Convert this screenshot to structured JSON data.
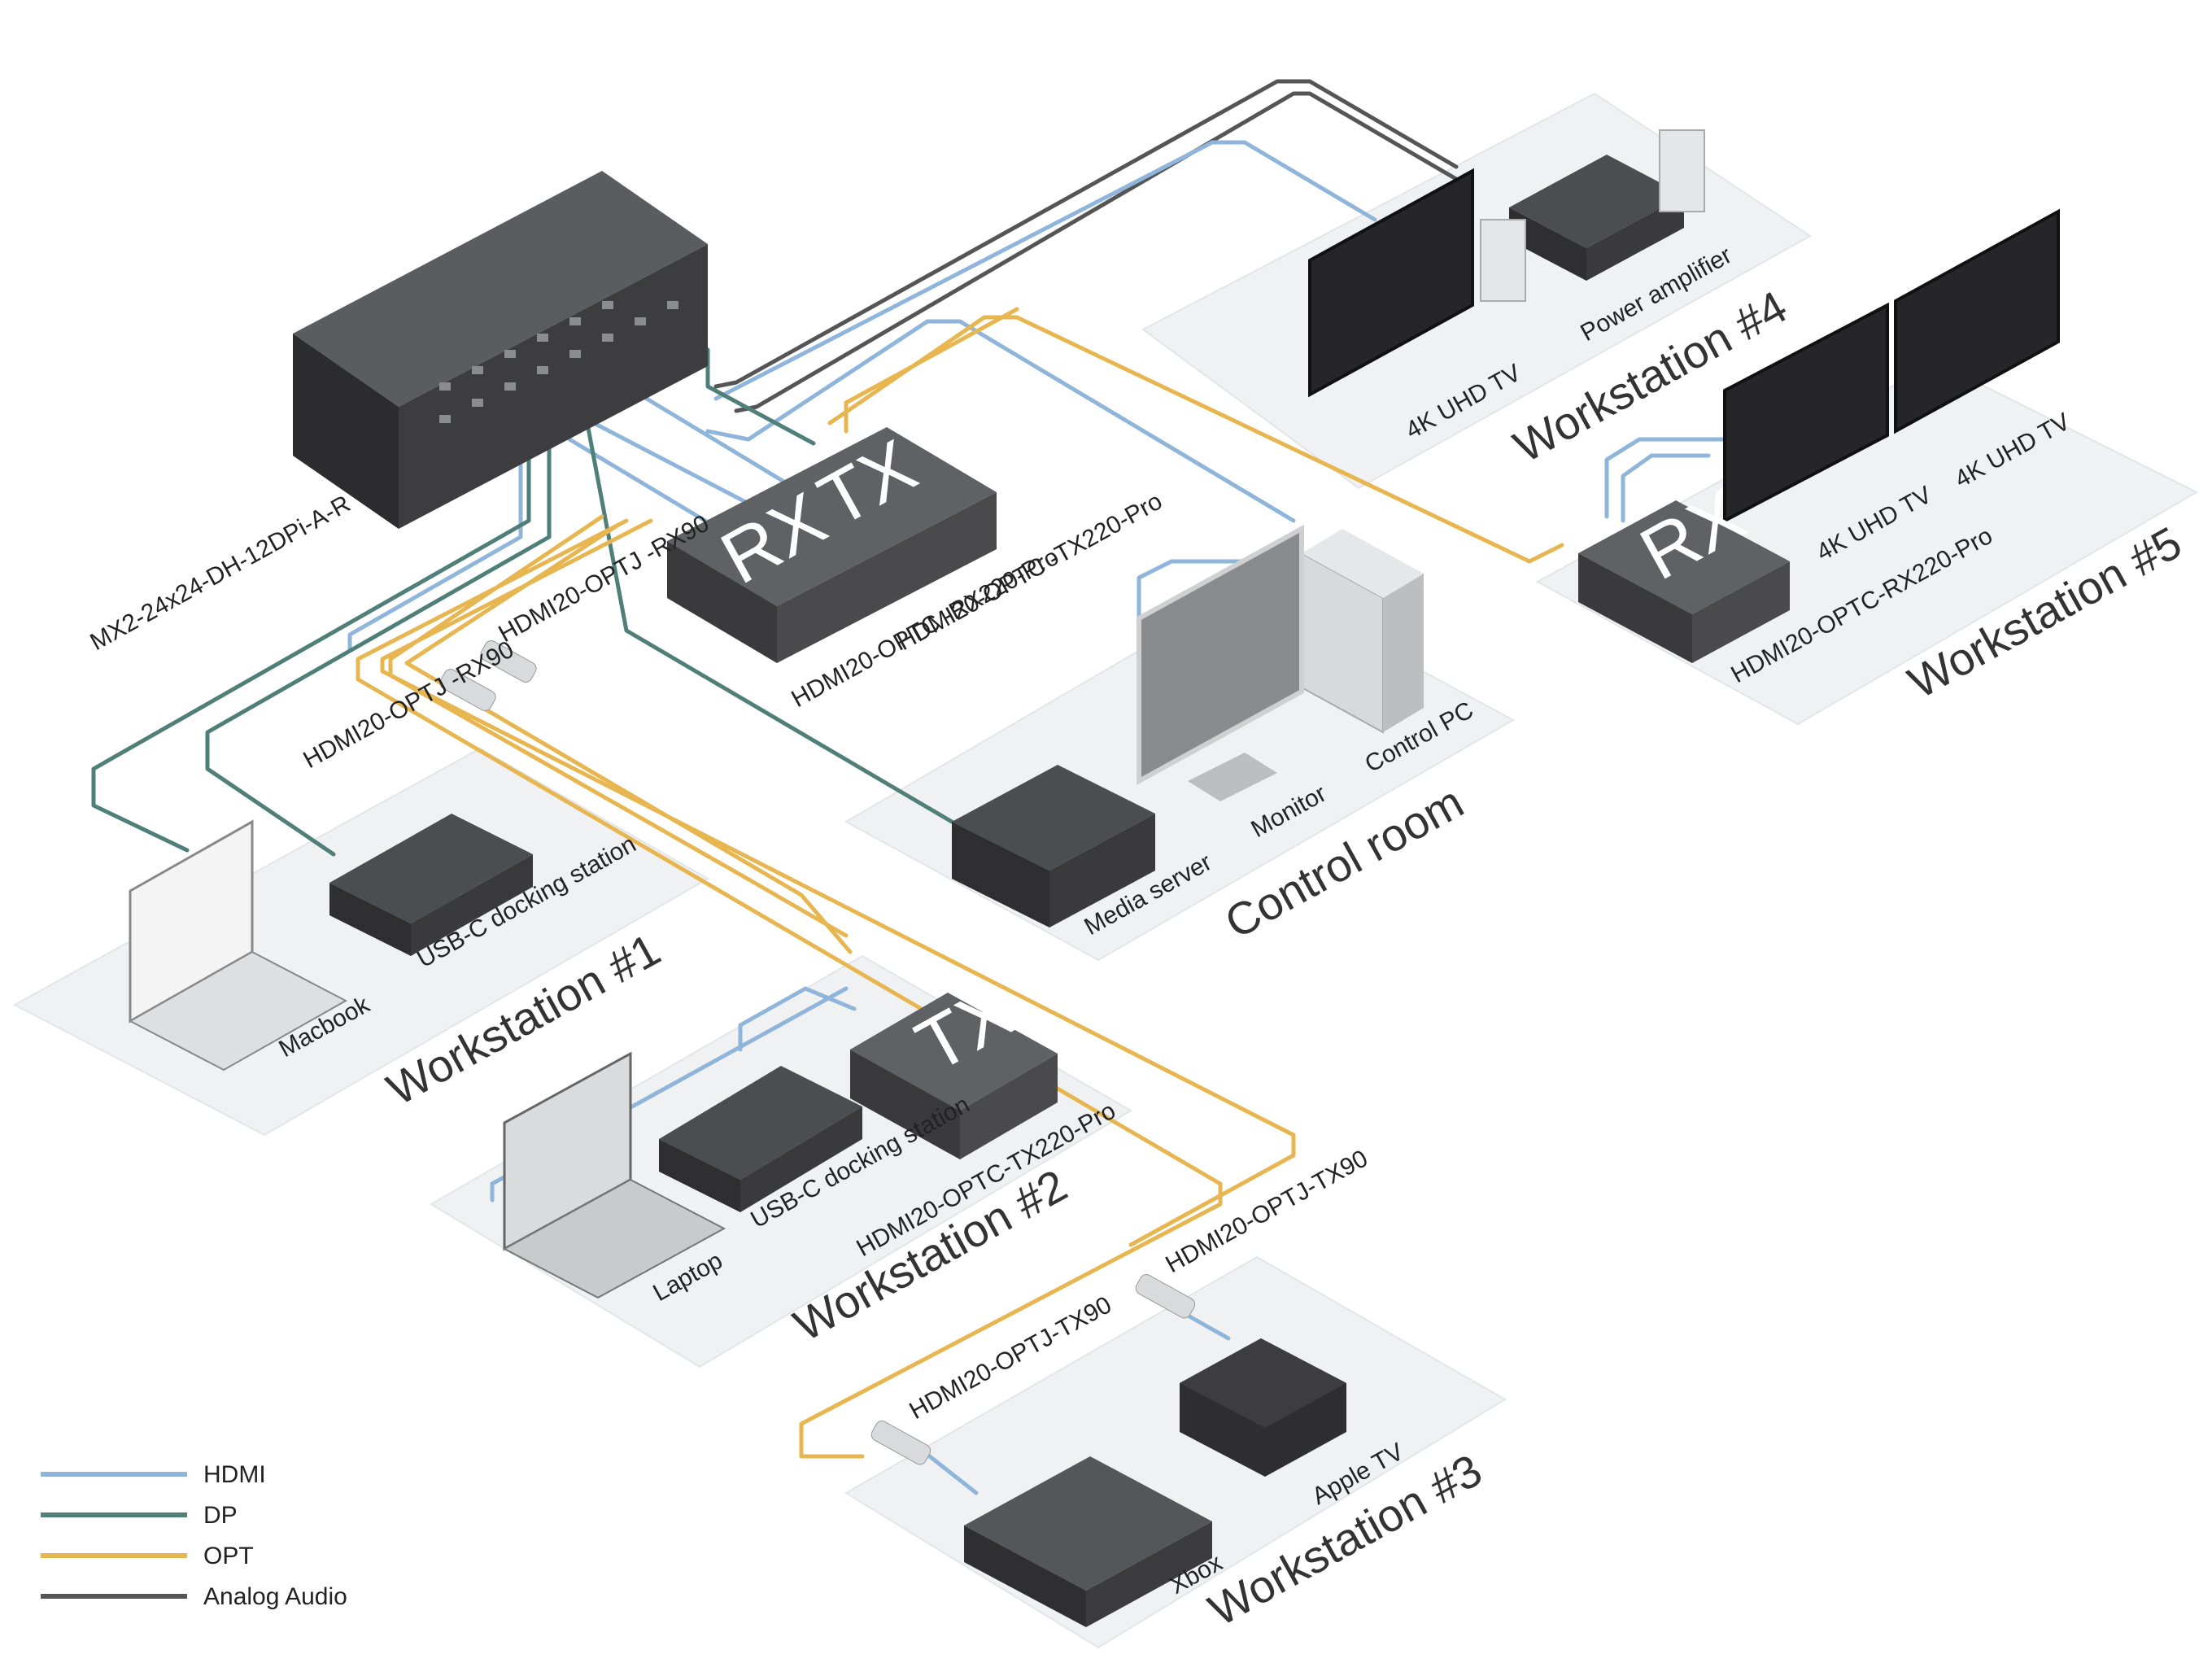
{
  "colors": {
    "hdmi": "#8fb6da",
    "dp": "#4f7f78",
    "opt": "#e8b650",
    "audio": "#555555",
    "floor": "#f0f1f3",
    "device_dark": "#3b3b3d",
    "device_mid": "#555557"
  },
  "matrix": {
    "label": "MX2-24x24-DH-12DPi-A-R"
  },
  "central_units": {
    "rx_letters": "RX",
    "tx_letters": "TX",
    "rx_model": "HDMI20-OPTC -RX220-Pro",
    "tx_model": "HDMI20-OPTC -TX220-Pro"
  },
  "receivers": {
    "left_upper": "HDMI20-OPTJ -RX90",
    "left_lower": "HDMI20-OPTJ -RX90"
  },
  "workstation1": {
    "title": "Workstation #1",
    "macbook": "Macbook",
    "dock": "USB-C docking station"
  },
  "workstation2": {
    "title": "Workstation #2",
    "laptop": "Laptop",
    "dock": "USB-C docking station",
    "tx_letters": "TX",
    "tx_model": "HDMI20-OPTC-TX220-Pro"
  },
  "workstation3": {
    "title": "Workstation #3",
    "xbox": "Xbox",
    "appletv": "Apple TV",
    "tx_a": "HDMI20-OPTJ-TX90",
    "tx_b": "HDMI20-OPTJ-TX90"
  },
  "workstation4": {
    "title": "Workstation #4",
    "tv": "4K UHD TV",
    "amp": "Power amplifier"
  },
  "workstation5": {
    "title": "Workstation #5",
    "tv_a": "4K UHD TV",
    "tv_b": "4K UHD TV",
    "rx_letters": "RX",
    "rx_model": "HDMI20-OPTC-RX220-Pro"
  },
  "control_room": {
    "title": "Control room",
    "media_server": "Media server",
    "monitor": "Monitor",
    "control_pc": "Control PC"
  },
  "legend": {
    "items": [
      {
        "label": "HDMI",
        "color": "#8fb6da"
      },
      {
        "label": "DP",
        "color": "#4f7f78"
      },
      {
        "label": "OPT",
        "color": "#e8b650"
      },
      {
        "label": "Analog Audio",
        "color": "#555555"
      }
    ]
  }
}
